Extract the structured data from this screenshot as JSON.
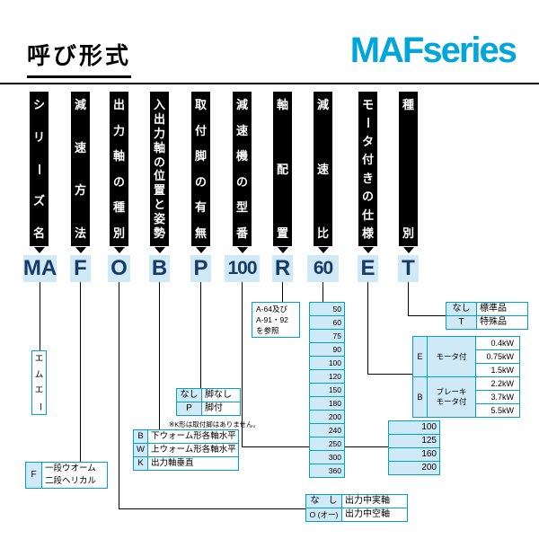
{
  "header": {
    "title": "呼び形式",
    "brand_maf": "MAF",
    "brand_series": "series"
  },
  "columns": [
    {
      "label": "シリーズ名",
      "code": "MA"
    },
    {
      "label": "減速方法",
      "code": "F"
    },
    {
      "label": "出力軸の種別",
      "code": "O"
    },
    {
      "label": "入出力軸の位置と姿勢",
      "code": "B"
    },
    {
      "label": "取付脚の有無",
      "code": "P"
    },
    {
      "label": "減速機の型番",
      "code": "100"
    },
    {
      "label": "軸配置",
      "code": "R"
    },
    {
      "label": "減速比",
      "code": "60"
    },
    {
      "label": "モータ付きの仕様",
      "code": "E"
    },
    {
      "label": "種別",
      "code": "T"
    }
  ],
  "series_box": {
    "text": "エムエー"
  },
  "f_table": {
    "key": "F",
    "lines": [
      "一段ウオーム",
      "二段ヘリカル"
    ]
  },
  "o_table": {
    "rows": [
      {
        "key": "な　し",
        "value": "出力中実軸"
      },
      {
        "key": "O (オー)",
        "value": "出力中空軸"
      }
    ]
  },
  "b_table": {
    "rows": [
      {
        "key": "B",
        "value": "下ウォーム形各軸水平"
      },
      {
        "key": "W",
        "value": "上ウォーム形各軸水平"
      },
      {
        "key": "K",
        "value": "出力軸垂直"
      }
    ]
  },
  "p_table": {
    "rows": [
      {
        "key": "なし",
        "value": "脚なし"
      },
      {
        "key": "P",
        "value": "脚付"
      }
    ],
    "note": "※K形は取付脚はありません。"
  },
  "size_table": {
    "values": [
      "100",
      "125",
      "160",
      "200"
    ]
  },
  "r_box": {
    "lines": [
      "A-64及び",
      "A-91・92",
      "を参照"
    ]
  },
  "ratio_table": {
    "values": [
      "50",
      "60",
      "75",
      "90",
      "100",
      "120",
      "150",
      "180",
      "200",
      "240",
      "250",
      "300",
      "360"
    ]
  },
  "e_table": {
    "groups": [
      {
        "key": "E",
        "label1": "モータ付",
        "label2": "",
        "values": [
          "0.4kW",
          "0.75kW",
          "1.5kW"
        ]
      },
      {
        "key": "B",
        "label1": "ブレーキ",
        "label2": "モータ付",
        "values": [
          "2.2kW",
          "3.7kW",
          "5.5kW"
        ]
      }
    ]
  },
  "t_table": {
    "rows": [
      {
        "key": "なし",
        "value": "標準品"
      },
      {
        "key": "T",
        "value": "特殊品"
      }
    ]
  },
  "colors": {
    "accent_cyan": "#00a0d0",
    "light_blue": "#cfe9f6",
    "code_navy": "#1a3a66",
    "brand_cyan": "#00a5d9"
  }
}
